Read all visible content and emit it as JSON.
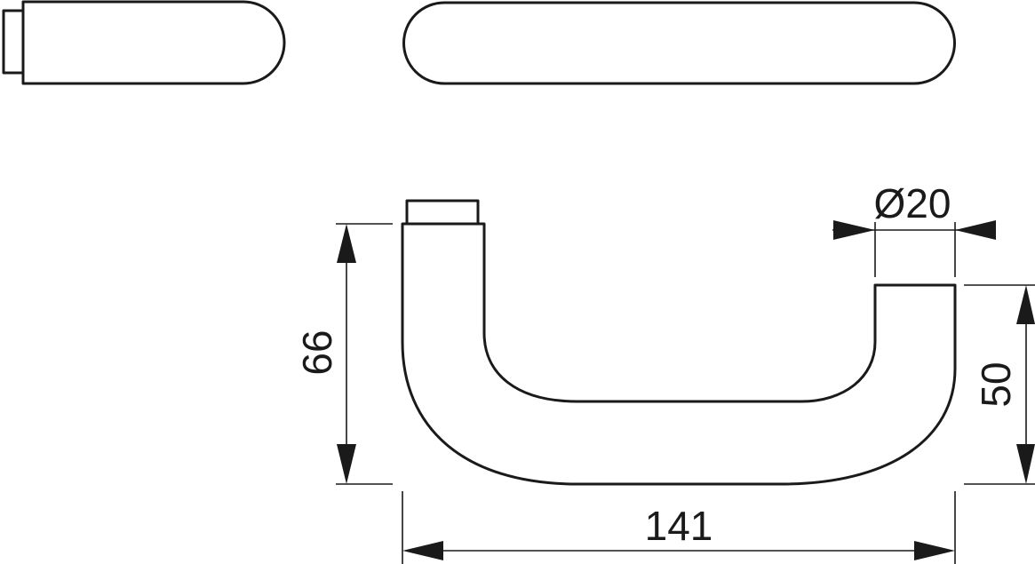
{
  "dimensions": {
    "height_total": "66",
    "height_grip": "50",
    "length": "141",
    "diameter": "Ø20"
  }
}
